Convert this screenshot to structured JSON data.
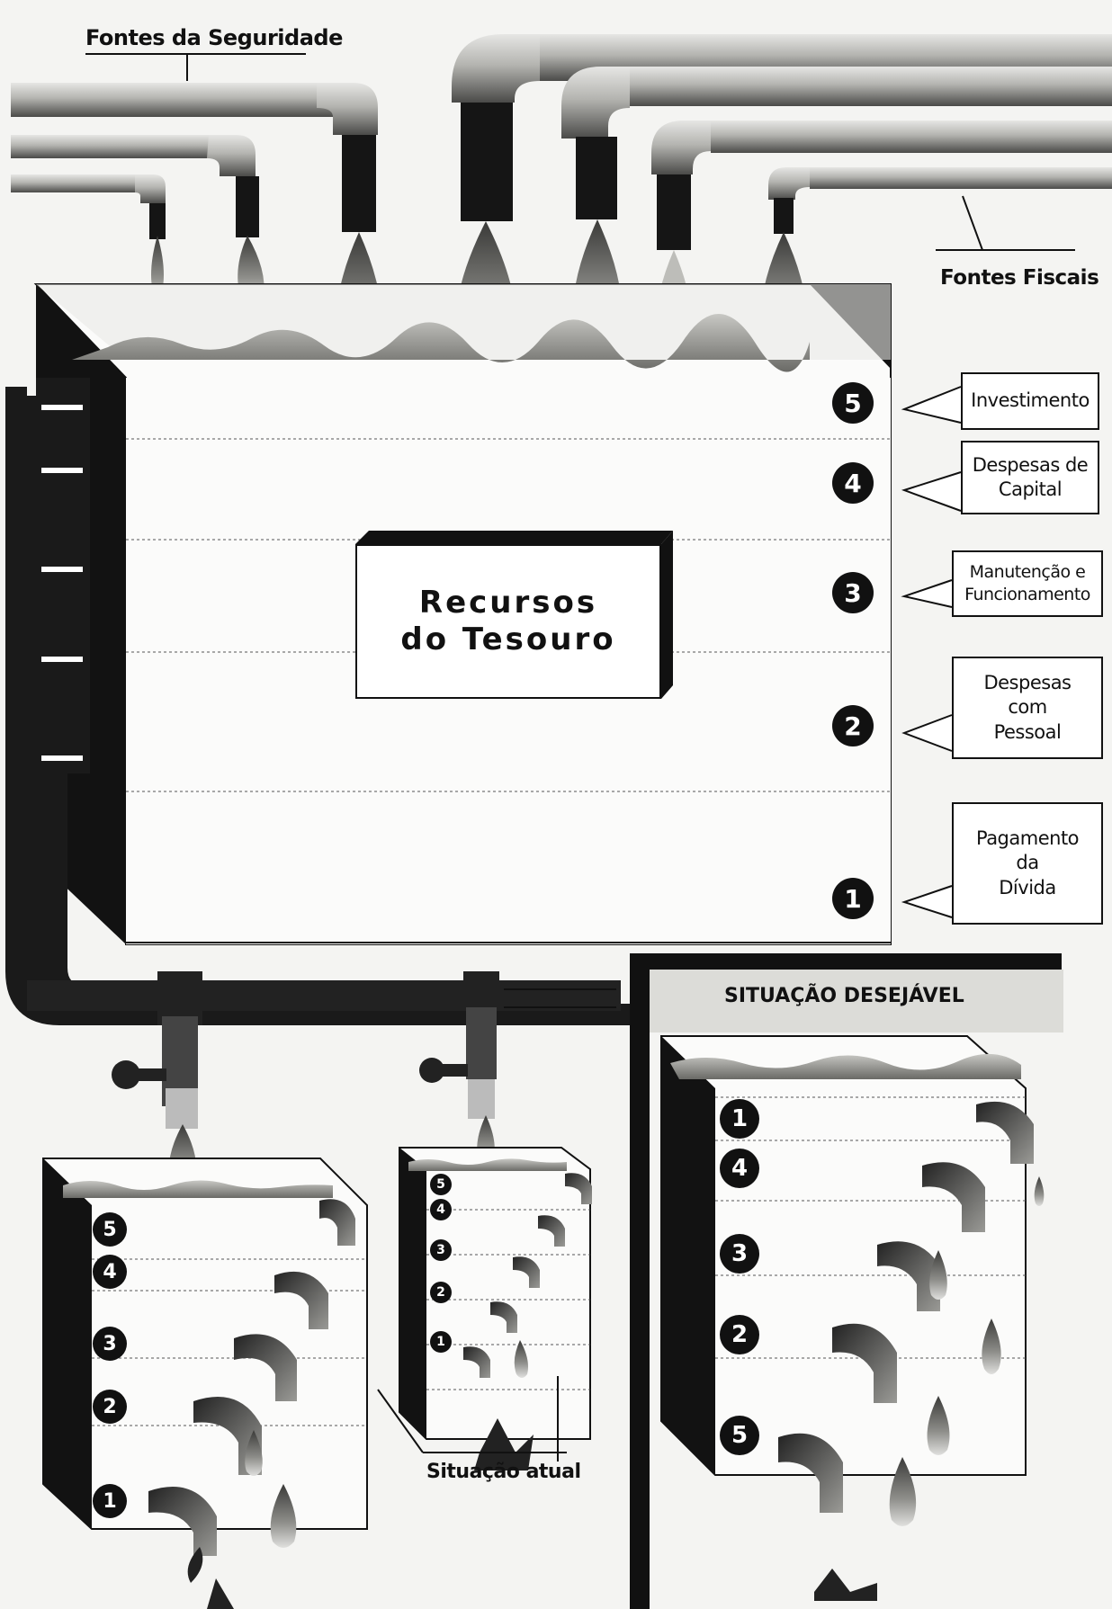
{
  "labels": {
    "seguridade": "Fontes da Seguridade",
    "fiscais": "Fontes Fiscais",
    "tesouro": "Recursos\ndo Tesouro",
    "situacao_atual": "Situação atual",
    "situacao_desejavel": "SITUAÇÃO DESEJÁVEL"
  },
  "levels": [
    {
      "number": "5",
      "label": "Investimento"
    },
    {
      "number": "4",
      "label": "Despesas de\nCapital"
    },
    {
      "number": "3",
      "label": "Manutenção e\nFuncionamento"
    },
    {
      "number": "2",
      "label": "Despesas\ncom\nPessoal"
    },
    {
      "number": "1",
      "label": "Pagamento\nda\nDívida"
    }
  ],
  "small_tank_left": [
    "5",
    "4",
    "3",
    "2",
    "1"
  ],
  "small_tank_mid": [
    "5",
    "4",
    "3",
    "2",
    "1"
  ],
  "desired_tank": [
    "1",
    "4",
    "3",
    "2",
    "5"
  ],
  "colors": {
    "ink": "#111111",
    "paper": "#f4f4f2",
    "pipe": "#9a9a96",
    "shade": "#5a5a58"
  }
}
